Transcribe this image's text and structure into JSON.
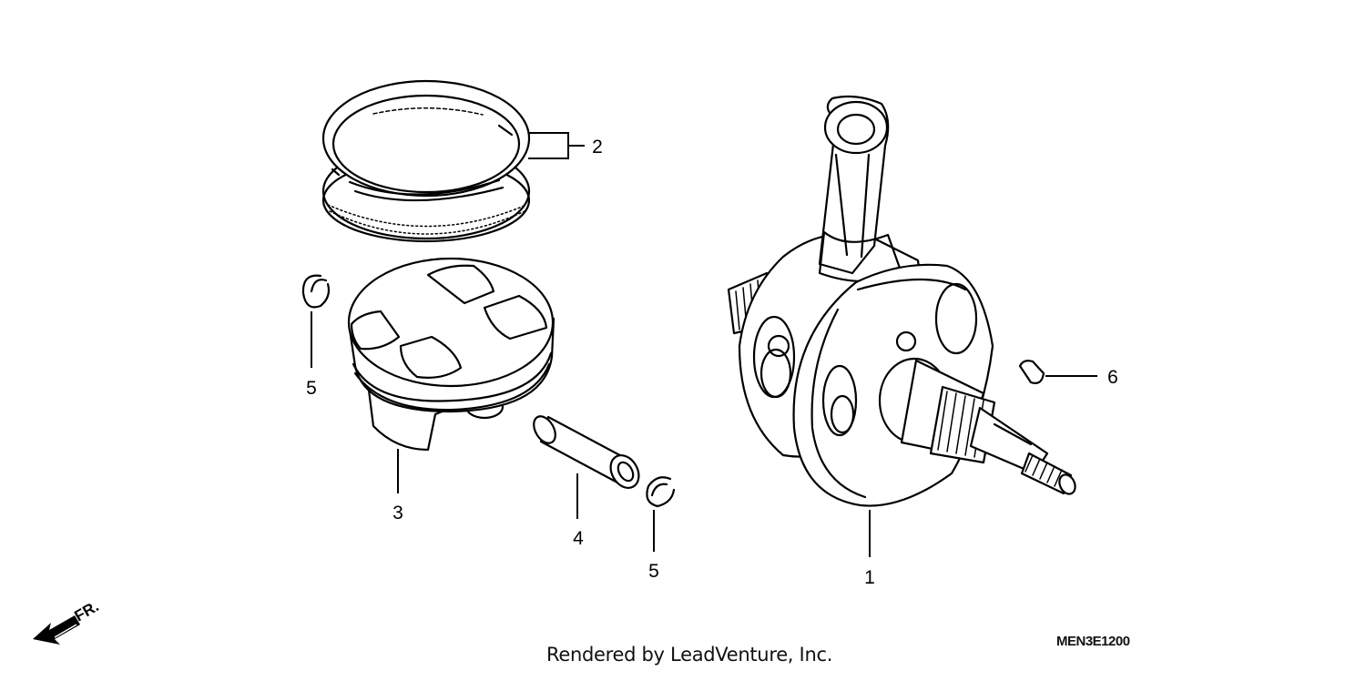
{
  "callouts": {
    "crankshaft": "1",
    "piston_rings": "2",
    "piston": "3",
    "piston_pin": "4",
    "pin_clip_left": "5",
    "pin_clip_right": "5",
    "woodruff_key": "6"
  },
  "direction_marker": "FR.",
  "credit": "Rendered by LeadVenture, Inc.",
  "diagram_code": "MEN3E1200"
}
